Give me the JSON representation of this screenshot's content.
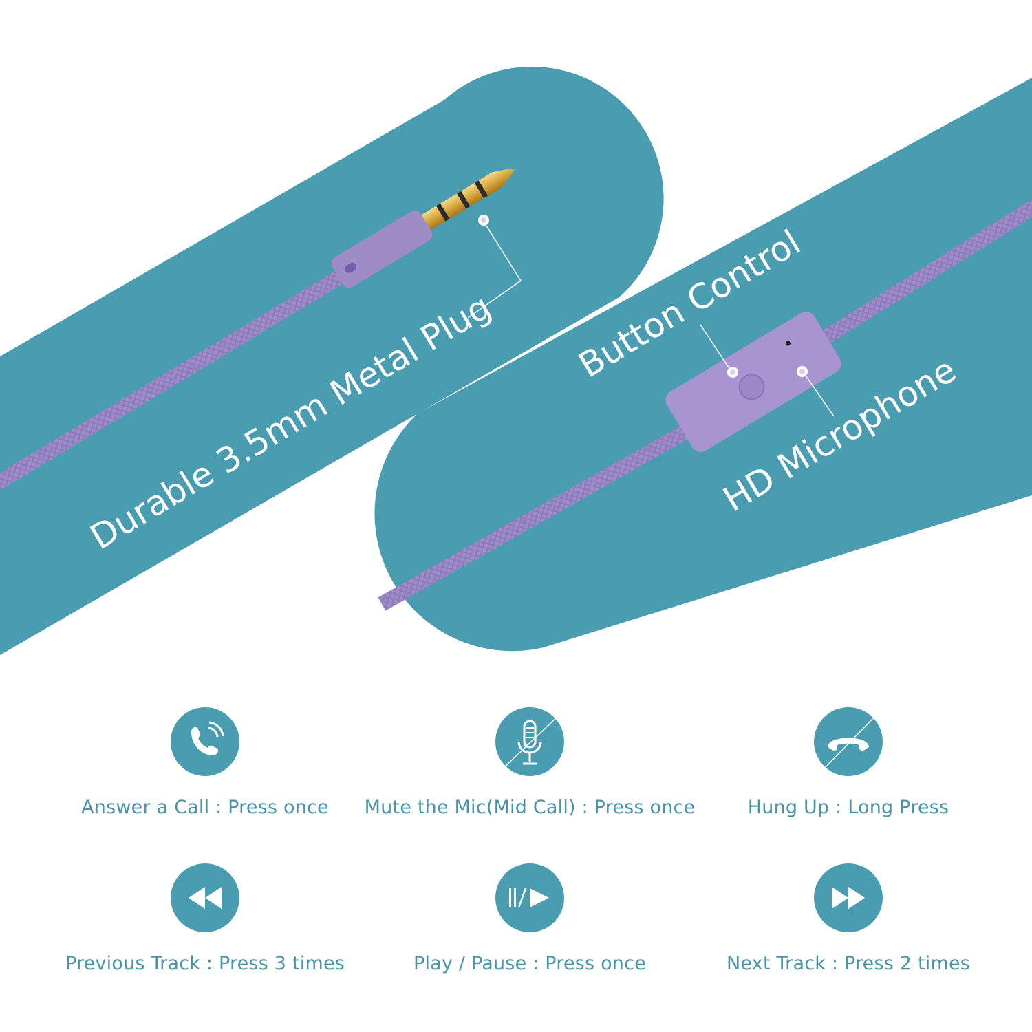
{
  "colors": {
    "teal": "#4a9db0",
    "teal_text": "#4a94a7",
    "cable": "#9d8cc6",
    "cable_dark": "#8273b5",
    "gold": "#d9a83d",
    "white": "#ffffff"
  },
  "features": {
    "plug": "Durable 3.5mm Metal Plug",
    "button": "Button Control",
    "microphone": "HD Microphone"
  },
  "controls": [
    {
      "icon": "phone-call-icon",
      "label": "Answer a Call : Press once"
    },
    {
      "icon": "mute-microphone-icon",
      "label": "Mute the Mic(Mid Call) : Press once"
    },
    {
      "icon": "hang-up-icon",
      "label": "Hung Up : Long Press"
    },
    {
      "icon": "rewind-icon",
      "label": "Previous Track : Press 3 times"
    },
    {
      "icon": "play-pause-icon",
      "label": "Play / Pause : Press once"
    },
    {
      "icon": "fast-forward-icon",
      "label": "Next Track : Press 2 times"
    }
  ]
}
